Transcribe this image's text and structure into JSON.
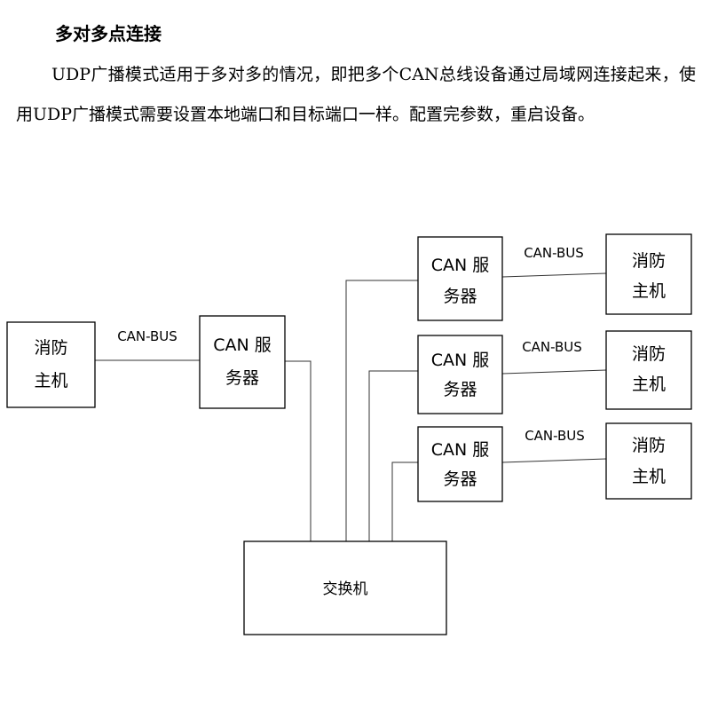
{
  "section": {
    "title": "多对多点连接",
    "paragraph": "UDP广播模式适用于多对多的情况，即把多个CAN总线设备通过局域网连接起来，使用UDP广播模式需要设置本地端口和目标端口一样。配置完参数，重启设备。"
  },
  "diagram": {
    "fire_host": {
      "line1": "消防",
      "line2": "主机"
    },
    "can_server": {
      "line1": "CAN 服",
      "line2": "务器"
    },
    "bus_label": "CAN-BUS",
    "switch_label": "交换机"
  }
}
